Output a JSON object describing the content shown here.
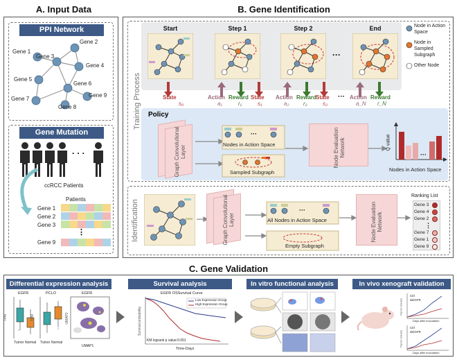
{
  "sections": {
    "a_title": "A. Input Data",
    "b_title": "B. Gene Identification",
    "c_title": "C. Gene Validation"
  },
  "ppi": {
    "header": "PPI Network",
    "genes": [
      "Gene 1",
      "Gene 2",
      "Gene 3",
      "Gene 4",
      "Gene 5",
      "Gene 6",
      "Gene 7",
      "Gene 8",
      "Gene 9"
    ]
  },
  "mutation": {
    "header": "Gene Mutation",
    "dots": "· · ·",
    "patients_caption": "ccRCC Patients",
    "patients_label": "Patients",
    "rows": [
      "Gene 1",
      "Gene 2",
      "Gene 3",
      "Gene 9"
    ],
    "vdots": "⋮"
  },
  "training": {
    "side_label": "Training Process",
    "steps": [
      "Start",
      "Step 1",
      "Step 2",
      "End"
    ],
    "ellipsis": "···",
    "legend": {
      "action_space": "Node in Action Space",
      "sampled": "Node in Sampled Subgraph",
      "other": "Other Node"
    },
    "arrows": {
      "state": "State",
      "action": "Action",
      "reward": "Reward",
      "s0": "s₀",
      "a1": "a₁",
      "r1": "r₁",
      "s1": "s₁",
      "a2": "a₂",
      "r2": "r₂",
      "s2": "s₂",
      "aN": "a_N",
      "rN": "r_N"
    },
    "policy": {
      "title": "Policy",
      "gcl": "Graph Convolutional Layer",
      "nodes_action": "Nodes in Action Space",
      "sampled_subgraph": "Sampled Subgraph",
      "nen": "Node Evaluation Network",
      "qvalue": "Q value",
      "nodes_action2": "Nodes in Action Space",
      "dots": "···"
    }
  },
  "identification": {
    "side_label": "Identification",
    "gcl": "Graph Convolutional Layer",
    "all_nodes": "All Nodes in Action Space",
    "empty": "Empty Subgraph",
    "nen": "Node Evaluation Network",
    "ranking_title": "Ranking List",
    "ranking": [
      "Gene 3",
      "Gene 4",
      "Gene 2",
      "Gene 7",
      "Gene 1",
      "Gene 9"
    ],
    "vdots": "⋮"
  },
  "validation": {
    "panels": [
      "Differential expression analysis",
      "Survival analysis",
      "In vitro functional analysis",
      "In vivo xenograft validation"
    ],
    "diff": {
      "egfr": "EGFR",
      "pclo": "PCLO",
      "egfr2": "EGFR",
      "tumor": "Tumor",
      "normal": "Normal",
      "umap1": "UMAP1",
      "umap2": "UMAP2",
      "tpm": "TPM"
    },
    "survival": {
      "title": "EGFR OSSurvival Curve",
      "low": "Low Expression Group",
      "high": "High Expression Group",
      "ylabel": "Survival probability",
      "xlabel": "Time-Days",
      "pvalue": "KM logrank p value:0.001"
    },
    "xeno": {
      "ctrl": "Ctrl",
      "si": "siEGFR",
      "days": "Days after inoculation",
      "vol": "Tumor volume"
    }
  },
  "colors": {
    "header_blue": "#3d5a86",
    "node_blue": "#6d93b5",
    "node_orange": "#e0752d",
    "node_red": "#b02a2a",
    "policy_bg": "#dce8f5",
    "step_bg": "#f5ecd3",
    "pink": "#f6d6d6",
    "arrow_red": "#b33a3a",
    "arrow_green": "#3c7a2f",
    "arrow_mauve": "#9a6a7c"
  }
}
